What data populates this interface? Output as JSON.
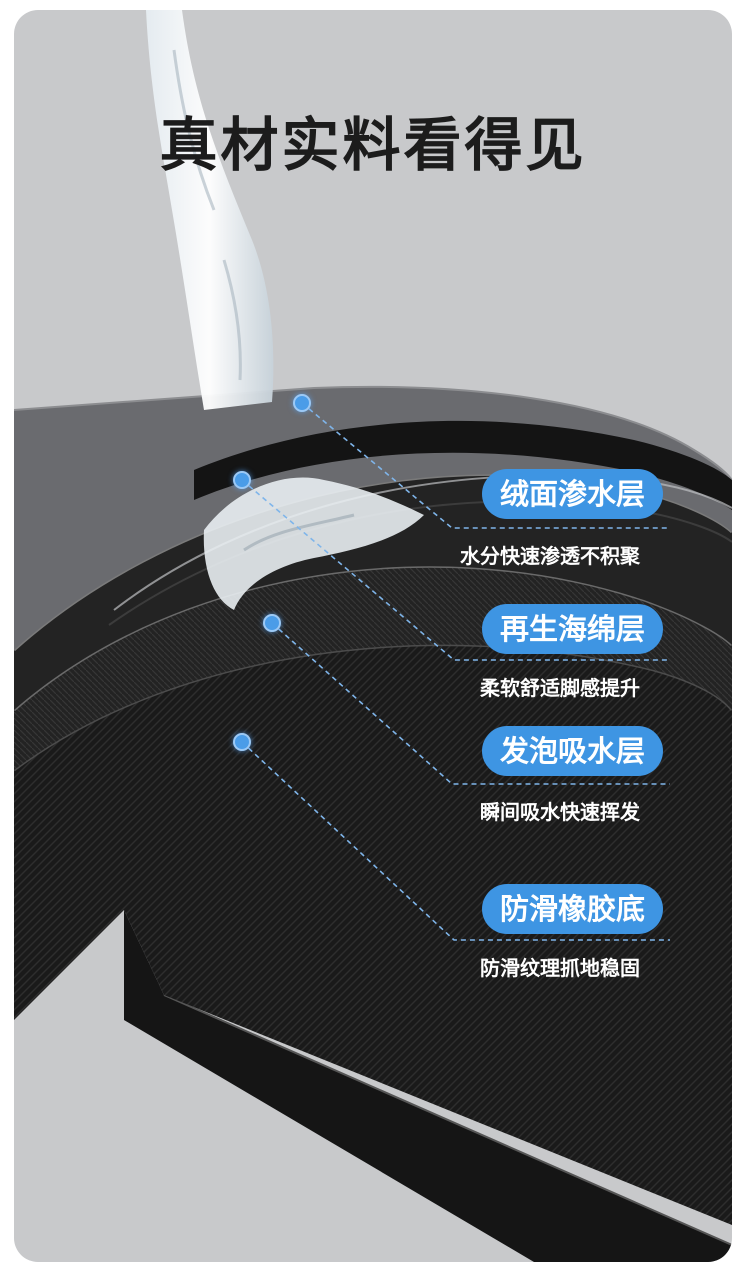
{
  "title": "真材实料看得见",
  "layers": [
    {
      "name": "绒面渗水层",
      "desc": "水分快速渗透不积聚"
    },
    {
      "name": "再生海绵层",
      "desc": "柔软舒适脚感提升"
    },
    {
      "name": "发泡吸水层",
      "desc": "瞬间吸水快速挥发"
    },
    {
      "name": "防滑橡胶底",
      "desc": "防滑纹理抓地稳固"
    }
  ],
  "colors": {
    "accent": "#3e95e3",
    "background": "#c8c9cb",
    "title": "#1c1c1c"
  }
}
